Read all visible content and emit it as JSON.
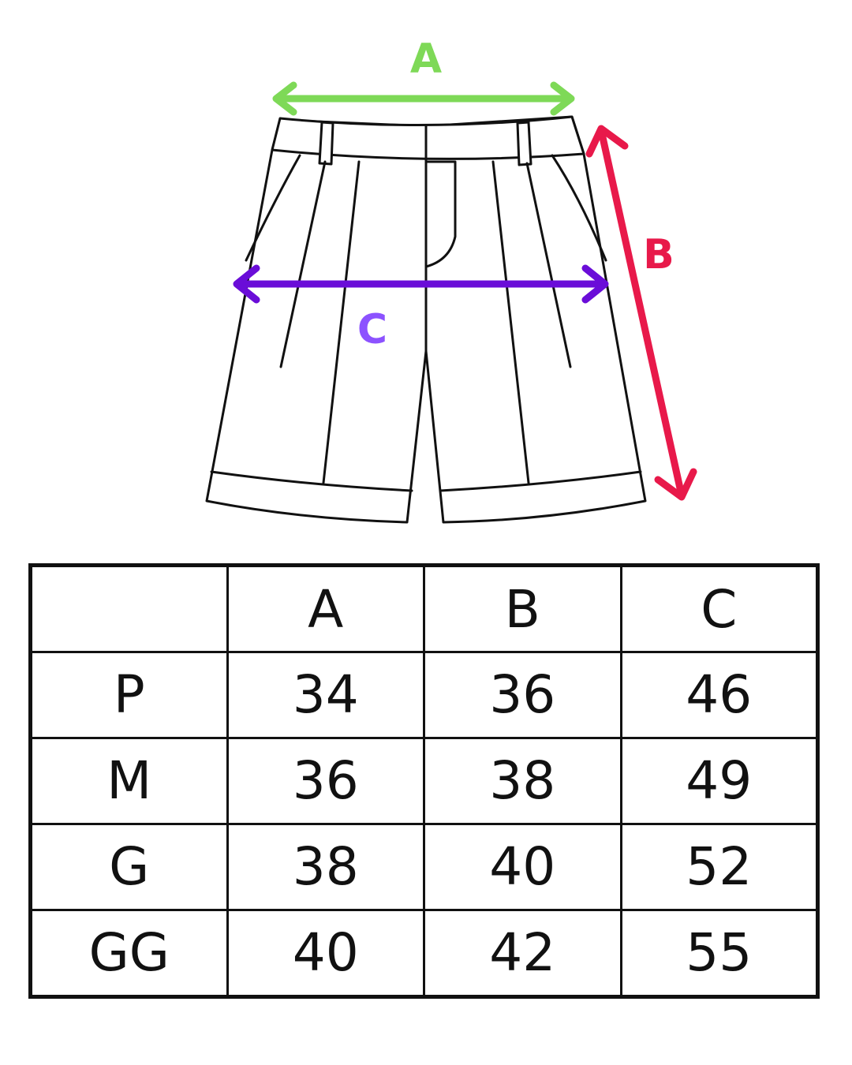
{
  "labels": {
    "a": "A",
    "b": "B",
    "c": "C"
  },
  "colors": {
    "a": "#7ED957",
    "b": "#E8194A",
    "c": "#6A0DD8",
    "c_label": "#8C52FF",
    "line": "#111111"
  },
  "table": {
    "header": [
      "",
      "A",
      "B",
      "C"
    ],
    "rows": [
      [
        "P",
        "34",
        "36",
        "46"
      ],
      [
        "M",
        "36",
        "38",
        "49"
      ],
      [
        "G",
        "38",
        "40",
        "52"
      ],
      [
        "GG",
        "40",
        "42",
        "55"
      ]
    ]
  }
}
